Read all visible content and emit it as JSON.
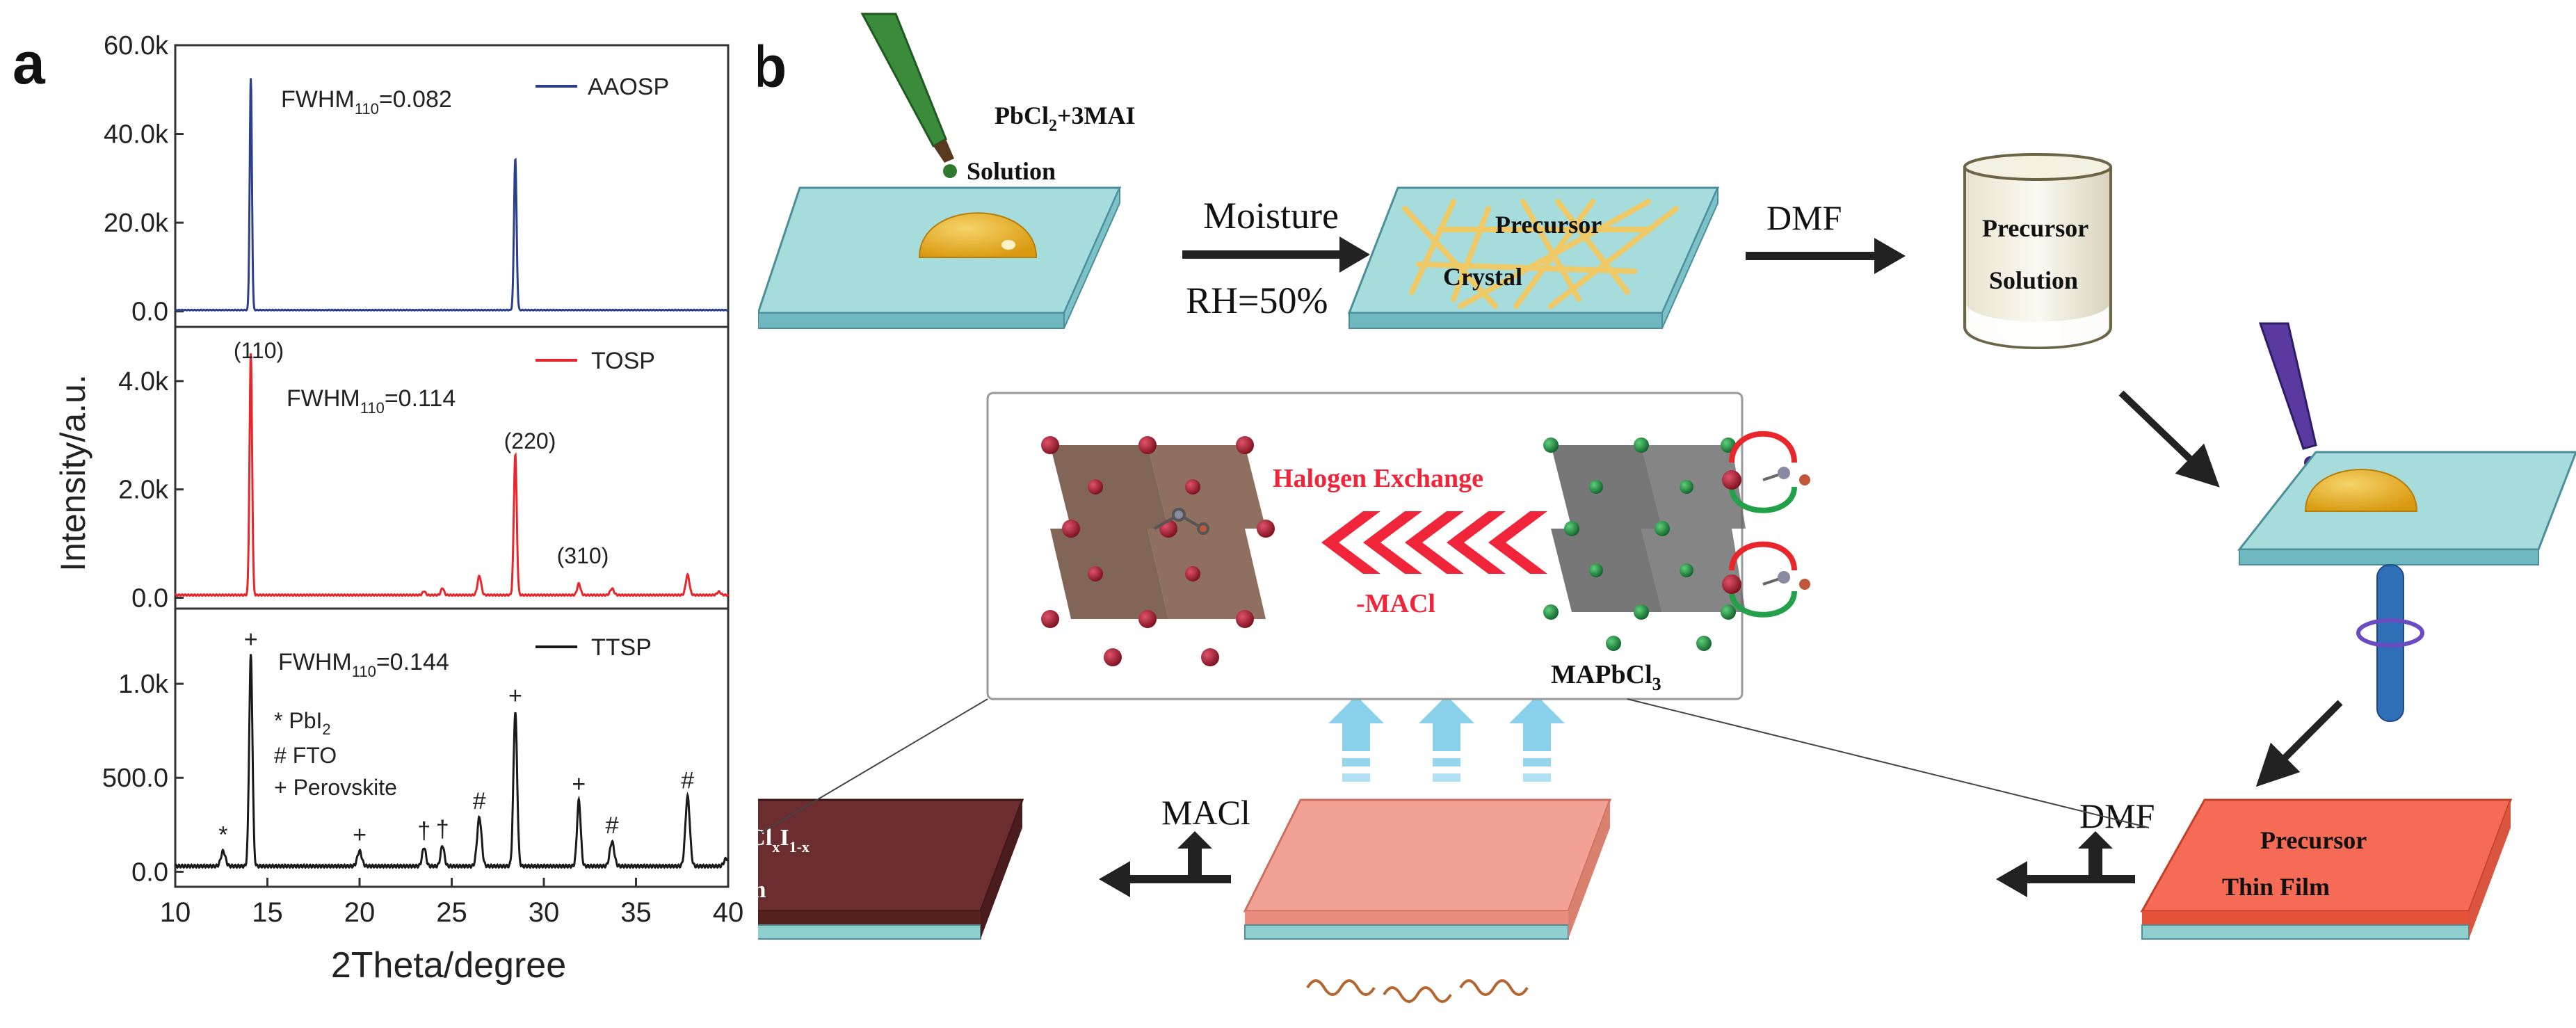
{
  "panel_a": {
    "label": "a",
    "xlabel": "2Theta/degree",
    "ylabel": "Intensity/a.u.",
    "xticks": [
      "10",
      "15",
      "20",
      "25",
      "30",
      "35",
      "40"
    ],
    "chart_data": [
      {
        "type": "line",
        "title": "",
        "xlabel": "2Theta/degree",
        "ylabel": "Intensity/a.u.",
        "xlim": [
          10,
          40
        ],
        "ylim": [
          -3500,
          60000
        ],
        "yticks": [
          "0.0",
          "20.0k",
          "40.0k",
          "60.0k"
        ],
        "series": [
          {
            "name": "AAOSP",
            "color": "#2b3f8c",
            "baseline": 300,
            "peaks": [
              {
                "x": 14.1,
                "y": 52500,
                "w": 0.06
              },
              {
                "x": 28.45,
                "y": 34500,
                "w": 0.07
              }
            ]
          }
        ],
        "annotations": [
          {
            "text": "FWHM",
            "sub": "110",
            "suffix": "=0.082"
          }
        ]
      },
      {
        "type": "line",
        "title": "",
        "xlim": [
          10,
          40
        ],
        "ylim": [
          -200,
          5000
        ],
        "yticks": [
          "0.0",
          "2.0k",
          "4.0k"
        ],
        "series": [
          {
            "name": "TOSP",
            "color": "#e8262b",
            "baseline": 50,
            "peaks": [
              {
                "x": 14.1,
                "y": 4500,
                "w": 0.07
              },
              {
                "x": 23.5,
                "y": 120,
                "w": 0.08
              },
              {
                "x": 24.5,
                "y": 180,
                "w": 0.08
              },
              {
                "x": 26.5,
                "y": 400,
                "w": 0.1
              },
              {
                "x": 28.45,
                "y": 2650,
                "w": 0.08
              },
              {
                "x": 31.9,
                "y": 260,
                "w": 0.09
              },
              {
                "x": 33.7,
                "y": 170,
                "w": 0.1
              },
              {
                "x": 37.8,
                "y": 420,
                "w": 0.1
              },
              {
                "x": 39.5,
                "y": 110,
                "w": 0.1
              }
            ]
          }
        ],
        "annotations": [
          {
            "text": "FWHM",
            "sub": "110",
            "suffix": "=0.114"
          },
          {
            "text": "(110)"
          },
          {
            "text": "(220)"
          },
          {
            "text": "(310)"
          }
        ]
      },
      {
        "type": "line",
        "title": "",
        "xlim": [
          10,
          40
        ],
        "ylim": [
          -80,
          1400
        ],
        "yticks": [
          "0.0",
          "500.0",
          "1.0k"
        ],
        "series": [
          {
            "name": "TTSP",
            "color": "#1a1a1a",
            "baseline": 30,
            "peaks": [
              {
                "x": 12.6,
                "y": 110,
                "w": 0.12
              },
              {
                "x": 14.1,
                "y": 1150,
                "w": 0.09
              },
              {
                "x": 20.0,
                "y": 110,
                "w": 0.12
              },
              {
                "x": 23.5,
                "y": 130,
                "w": 0.1
              },
              {
                "x": 24.5,
                "y": 140,
                "w": 0.1
              },
              {
                "x": 26.5,
                "y": 290,
                "w": 0.12
              },
              {
                "x": 28.45,
                "y": 850,
                "w": 0.1
              },
              {
                "x": 31.9,
                "y": 380,
                "w": 0.1
              },
              {
                "x": 33.7,
                "y": 160,
                "w": 0.12
              },
              {
                "x": 37.8,
                "y": 400,
                "w": 0.12
              },
              {
                "x": 39.9,
                "y": 70,
                "w": 0.12
              }
            ]
          }
        ],
        "annotations": [
          {
            "text": "FWHM",
            "sub": "110",
            "suffix": "=0.144"
          },
          {
            "text": "* PbI",
            "sub": "2"
          },
          {
            "text": "# FTO"
          },
          {
            "text": "+ Perovskite"
          }
        ],
        "peak_markers": [
          {
            "x": 12.6,
            "symbol": "*"
          },
          {
            "x": 14.1,
            "symbol": "+"
          },
          {
            "x": 20.0,
            "symbol": "+"
          },
          {
            "x": 23.5,
            "symbol": "†"
          },
          {
            "x": 24.5,
            "symbol": "†"
          },
          {
            "x": 26.5,
            "symbol": "#"
          },
          {
            "x": 28.45,
            "symbol": "+"
          },
          {
            "x": 31.9,
            "symbol": "+"
          },
          {
            "x": 33.7,
            "symbol": "#"
          },
          {
            "x": 37.8,
            "symbol": "#"
          }
        ]
      }
    ]
  },
  "panel_b": {
    "label": "b",
    "solution_formula": {
      "main1": "PbCl",
      "sub1": "2",
      "main2": "+3MAI"
    },
    "solution_label": "Solution",
    "moisture_label": "Moisture",
    "rh_label": "RH=50%",
    "precursor_crystal": {
      "line1": "Precursor",
      "line2": "Crystal"
    },
    "dmf_label": "DMF",
    "beaker": {
      "line1": "Precursor",
      "line2": "Solution"
    },
    "halogen_exchange": "Halogen Exchange",
    "macl_minus": "-MACl",
    "mapbcl3": {
      "main": "MAPbCl",
      "sub": "3"
    },
    "precursor_film": {
      "line1": "Precursor",
      "line2": "Thin Film"
    },
    "dmf_label_2": "DMF",
    "macl_label": "MACl",
    "final_film": {
      "main": "MAPbCl",
      "sub1": "x",
      "mid": "I",
      "sub2": "1-x",
      "line2": "Thin Film"
    },
    "colors": {
      "substrate_top": "#a7dcdc",
      "crystal": "#f2c860",
      "drop": "#e6a915",
      "arrow_red": "#f0253a",
      "arrow_blue": "#7ccbe8",
      "precursor_film": "#f56b55",
      "annealing_film": "#f2a195",
      "final_film": "#6b2d2f",
      "chlorine": "#1e8a3e",
      "iodine": "#a3162b"
    }
  }
}
